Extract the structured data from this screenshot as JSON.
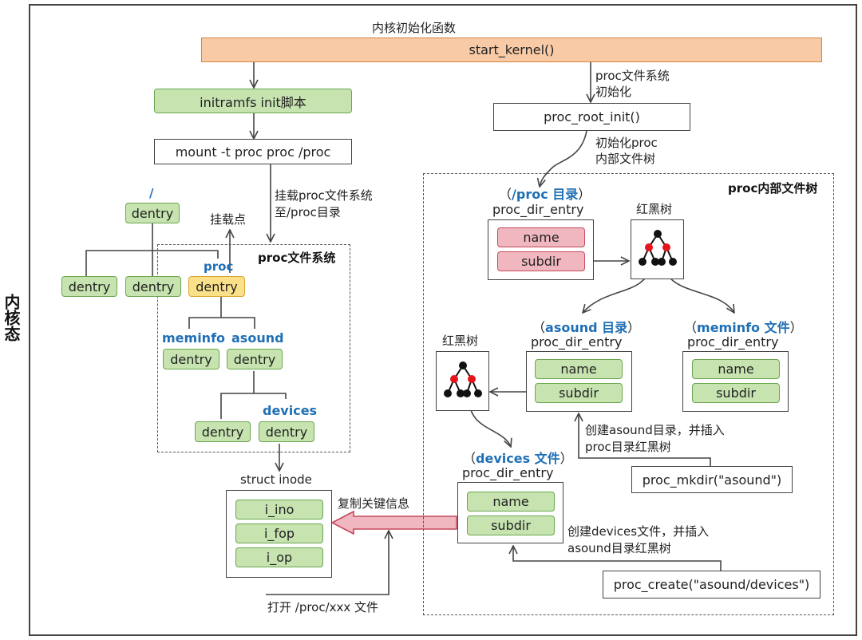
{
  "side_label": "内核态",
  "top": {
    "caption": "内核初始化函数",
    "start_kernel": "start_kernel()"
  },
  "left": {
    "initramfs": "initramfs init脚本",
    "mount": "mount -t proc proc /proc",
    "mount_note_1": "挂载proc文件系统",
    "mount_note_2": "至/proc目录",
    "mount_point": "挂载点",
    "root_label": "/",
    "dentry": "dentry",
    "proc_label": "proc",
    "procfs_title": "proc文件系统",
    "meminfo_label": "meminfo",
    "asound_label": "asound",
    "devices_label": "devices",
    "inode_title": "struct inode",
    "inode_fields": [
      "i_ino",
      "i_fop",
      "i_op"
    ],
    "copy_note": "复制关键信息",
    "open_note": "打开 /proc/xxx 文件"
  },
  "right": {
    "init_note_1": "proc文件系统",
    "init_note_2": "初始化",
    "proc_root_init": "proc_root_init()",
    "tree_note_1": "初始化proc",
    "tree_note_2": "内部文件树",
    "internal_title": "proc内部文件树",
    "rbtree_label": "红黑树",
    "struct_name": "proc_dir_entry",
    "field_name": "name",
    "field_subdir": "subdir",
    "proc_dir": {
      "open": "（",
      "name": "/proc 目录",
      "close": "）"
    },
    "asound_dir": {
      "open": "（",
      "name": "asound 目录",
      "close": "）"
    },
    "meminfo_file": {
      "open": "（",
      "name": "meminfo 文件",
      "close": "）"
    },
    "devices_file": {
      "open": "（",
      "name": "devices 文件",
      "close": "）"
    },
    "mkdir_note_1": "创建asound目录，并插入",
    "mkdir_note_2": "proc目录红黑树",
    "proc_mkdir": "proc_mkdir(\"asound\")",
    "create_note_1": "创建devices文件，并插入",
    "create_note_2": "asound目录红黑树",
    "proc_create": "proc_create(\"asound/devices\")"
  },
  "colors": {
    "orange_fill": "#f8cba6",
    "green_fill": "#c6e3b0",
    "yellow_fill": "#fbe08a",
    "pink_fill": "#f1b7c0",
    "blue_text": "#1f6fb5",
    "rb_red": "#e8141c"
  }
}
